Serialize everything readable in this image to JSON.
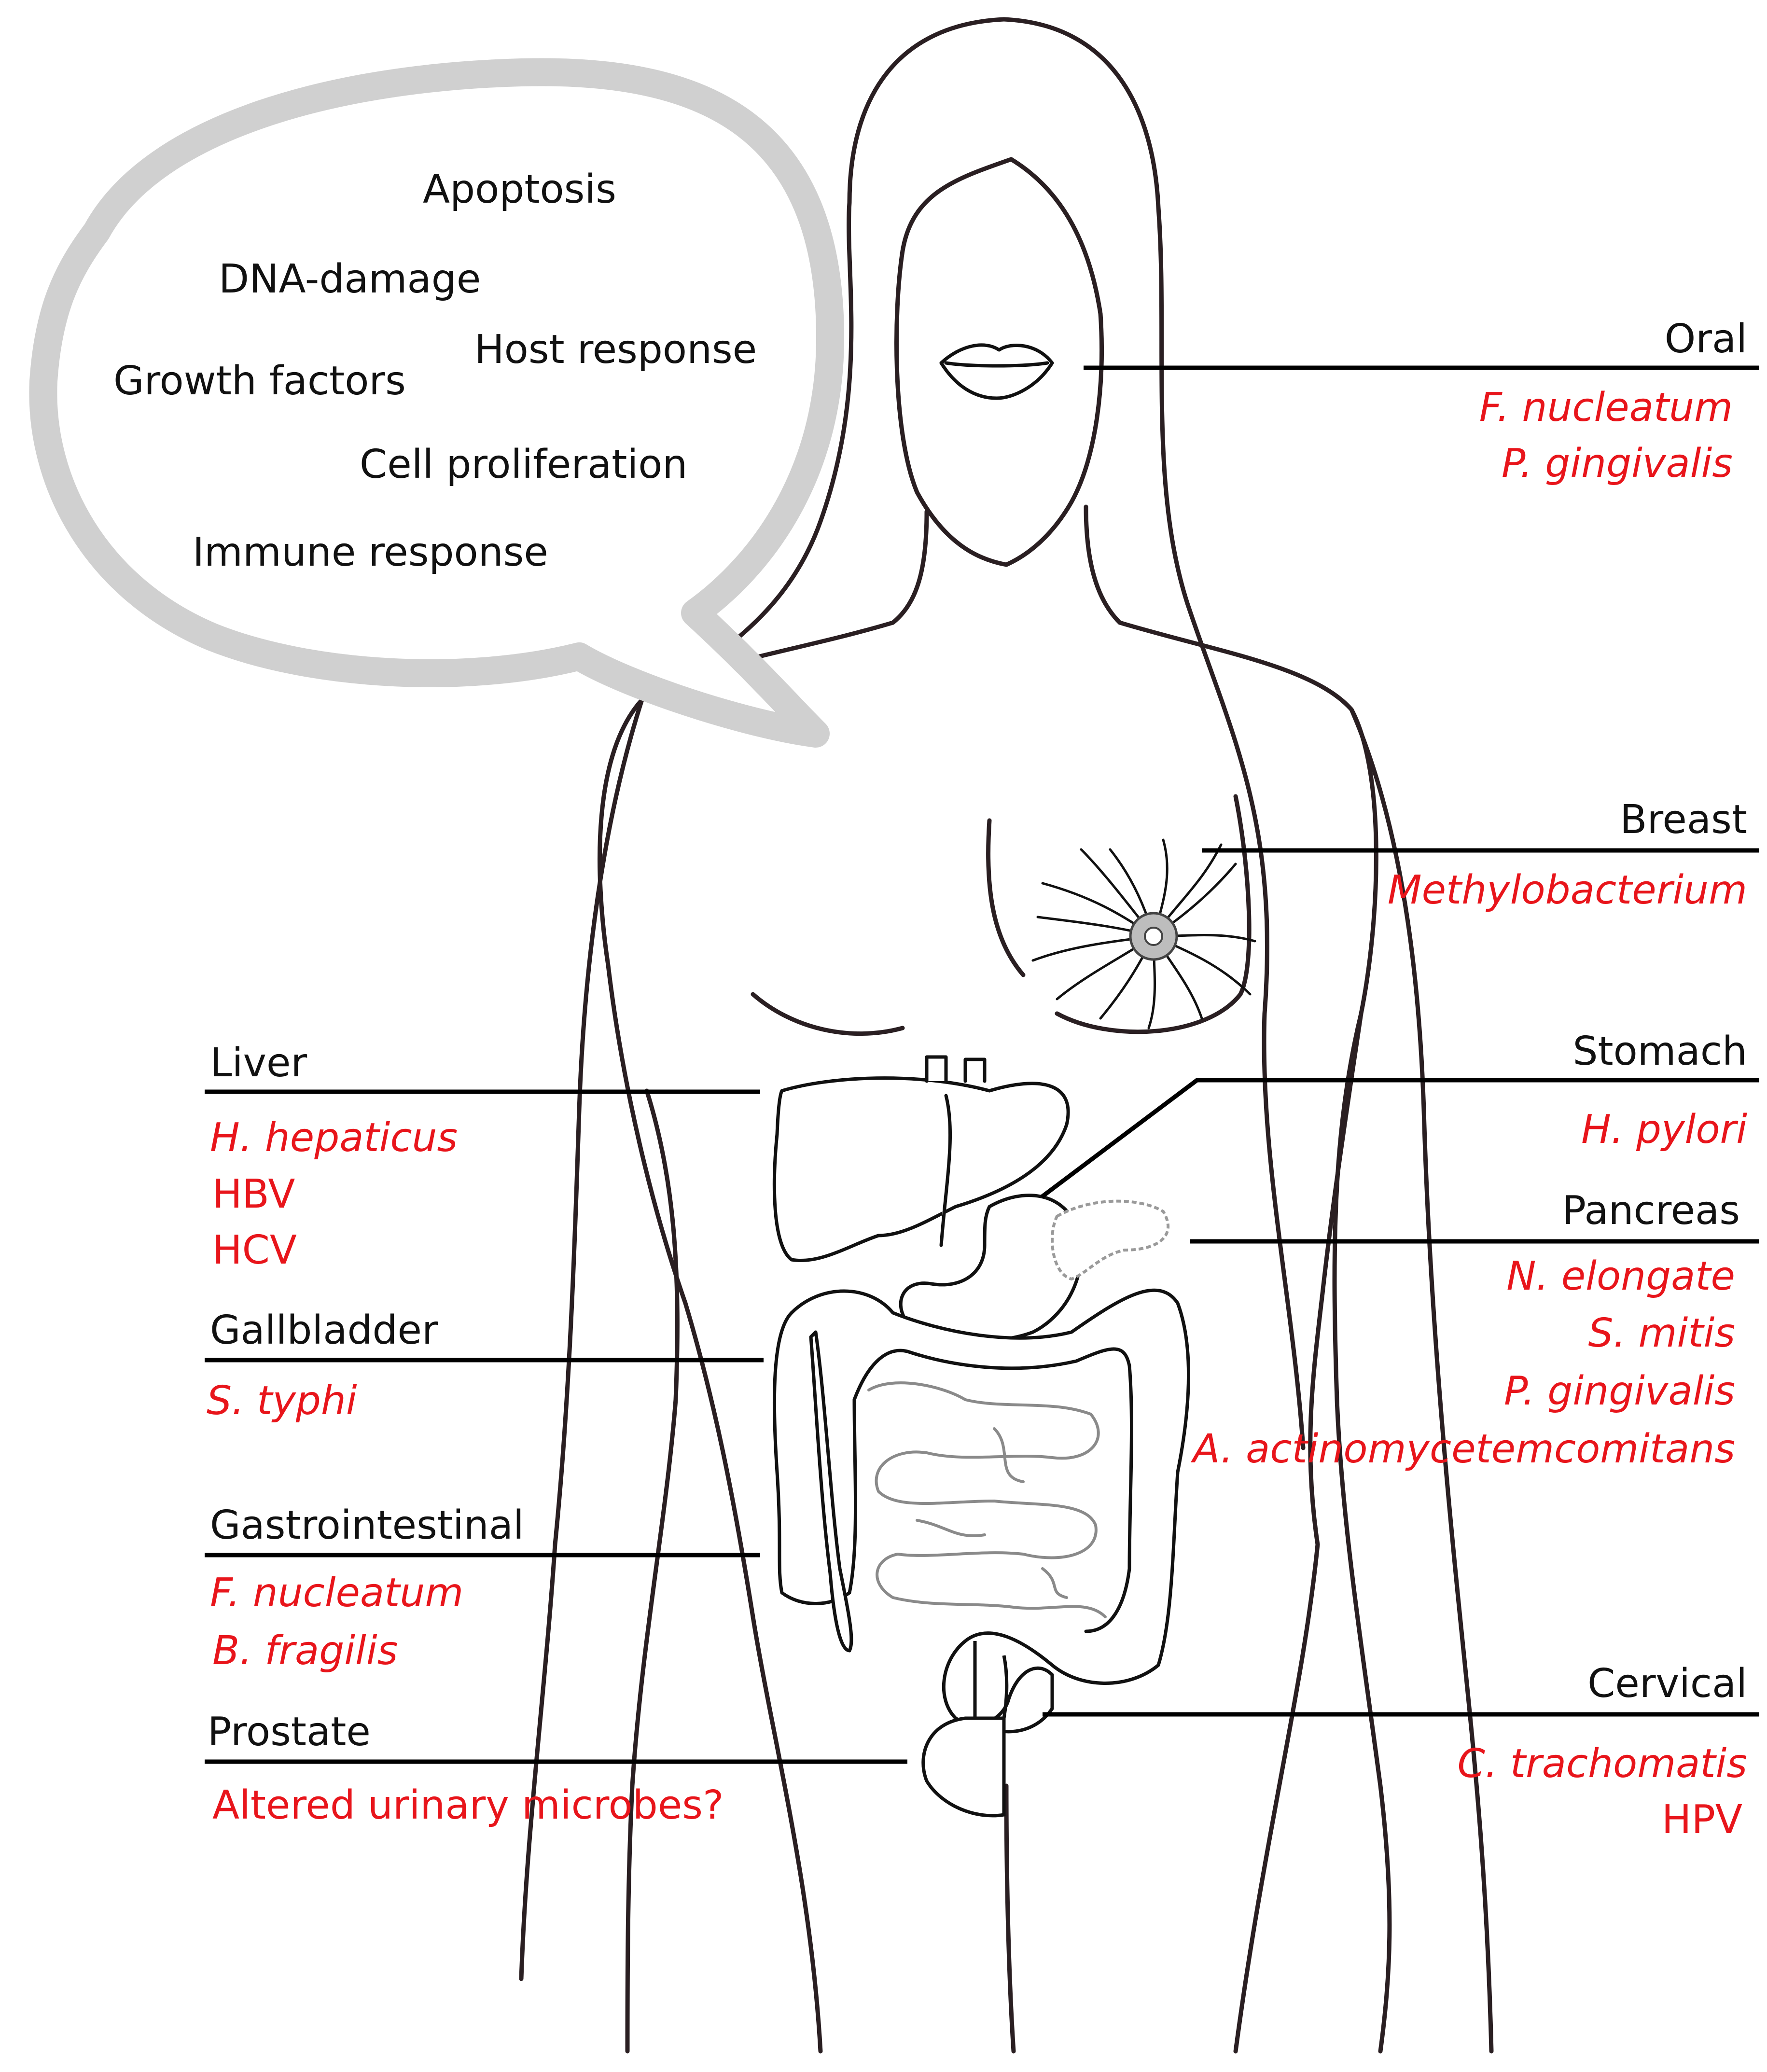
{
  "speech_bubble": {
    "words": [
      "Apoptosis",
      "DNA-damage",
      "Host response",
      "Growth factors",
      "Cell proliferation",
      "Immune response"
    ]
  },
  "labels": {
    "oral": {
      "name": "Oral",
      "microbes": [
        {
          "text": "F. nucleatum",
          "italic": true
        },
        {
          "text": "P. gingivalis",
          "italic": true
        }
      ]
    },
    "breast": {
      "name": "Breast",
      "microbes": [
        {
          "text": "Methylobacterium",
          "italic": true
        }
      ]
    },
    "stomach": {
      "name": "Stomach",
      "microbes": [
        {
          "text": "H. pylori",
          "italic": true
        }
      ]
    },
    "pancreas": {
      "name": "Pancreas",
      "microbes": [
        {
          "text": "N. elongate",
          "italic": true
        },
        {
          "text": "S. mitis",
          "italic": true
        },
        {
          "text": "P. gingivalis",
          "italic": true
        },
        {
          "text": "A. actinomycetemcomitans",
          "italic": true
        }
      ]
    },
    "cervical": {
      "name": "Cervical",
      "microbes": [
        {
          "text": "C. trachomatis",
          "italic": true
        },
        {
          "text": "HPV",
          "italic": false
        }
      ]
    },
    "liver": {
      "name": "Liver",
      "microbes": [
        {
          "text": "H. hepaticus",
          "italic": true
        },
        {
          "text": "HBV",
          "italic": false
        },
        {
          "text": "HCV",
          "italic": false
        }
      ]
    },
    "gallbladder": {
      "name": "Gallbladder",
      "microbes": [
        {
          "text": "S. typhi",
          "italic": true
        }
      ]
    },
    "gastrointestinal": {
      "name": "Gastrointestinal",
      "microbes": [
        {
          "text": "F. nucleatum",
          "italic": true
        },
        {
          "text": "B. fragilis",
          "italic": true
        }
      ]
    },
    "prostate": {
      "name": "Prostate",
      "microbes": [
        {
          "text": "Altered urinary microbes?",
          "italic": false
        }
      ]
    }
  },
  "colors": {
    "microbe_text": "#e8151b",
    "label_text": "#111111",
    "bubble": "#d0d0d0",
    "outline": "#2a1f22"
  }
}
